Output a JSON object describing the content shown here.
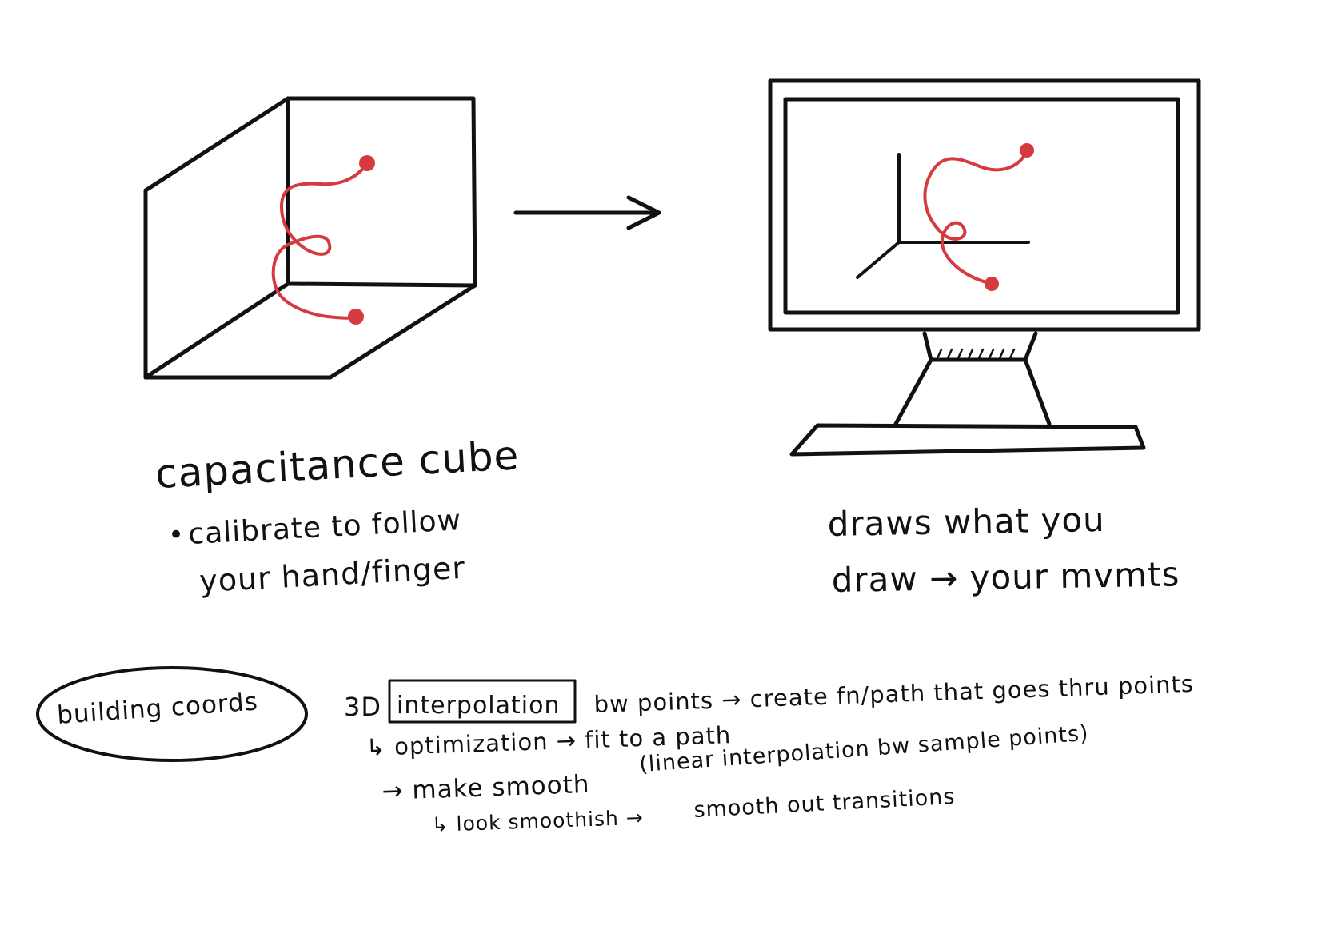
{
  "colors": {
    "ink": "#111111",
    "path": "#d43a3f",
    "background": "#ffffff"
  },
  "left_sketch": {
    "title": "capacitance cube",
    "bullet": "•",
    "note_line1": "calibrate to follow",
    "note_line2": "your hand/finger"
  },
  "arrow_icon": "right-arrow",
  "right_sketch": {
    "line1": "draws what you",
    "line2": "draw → your mvmts"
  },
  "notes": {
    "oval_label": "building coords",
    "line1_prefix": "3D",
    "line1_boxed": "interpolation",
    "line1_rest": "bw points → create fn/path that goes thru points",
    "line2": "↳ optimization → fit to a path",
    "line3": "(linear interpolation bw sample points)",
    "line4": "→ make smooth",
    "line5": "smooth out transitions",
    "line6": "↳ look smoothish →"
  }
}
